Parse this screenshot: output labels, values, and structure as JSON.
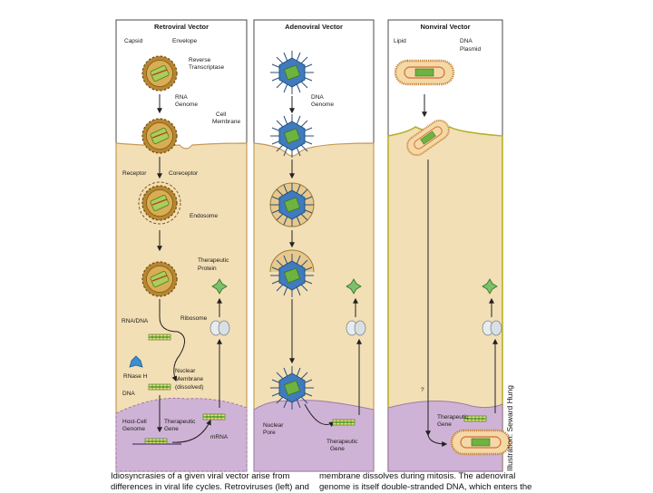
{
  "panels": [
    {
      "title": "Retroviral Vector"
    },
    {
      "title": "Adenoviral Vector"
    },
    {
      "title": "Nonviral Vector"
    }
  ],
  "labels": {
    "capsid": "Capsid",
    "envelope": "Envelope",
    "reverse_transcriptase": [
      "Reverse",
      "Transcriptase"
    ],
    "rna_genome": [
      "RNA",
      "Genome"
    ],
    "cell_membrane": [
      "Cell",
      "Membrane"
    ],
    "receptor": "Receptor",
    "coreceptor": "Coreceptor",
    "endosome": "Endosome",
    "therapeutic_protein": [
      "Therapeutic",
      "Protein"
    ],
    "rna_dna": "RNA/DNA",
    "ribosome": "Ribosome",
    "rnase_h": "RNase H",
    "nuclear_membrane": [
      "Nuclear",
      "Membrane",
      "(dissolved)"
    ],
    "dna": "DNA",
    "host_cell_genome": [
      "Host-Cell",
      "Genome"
    ],
    "therapeutic_gene": [
      "Therapeutic",
      "Gene"
    ],
    "mrna": "mRNA",
    "dna_genome": [
      "DNA",
      "Genome"
    ],
    "nuclear_pore": [
      "Nuclear",
      "Pore"
    ],
    "lipid": "Lipid",
    "dna_plasmid": [
      "DNA",
      "Plasmid"
    ],
    "question_mark": "?"
  },
  "credit": "Illustration: Seward Hung",
  "caption": {
    "left": [
      "Idiosyncrasies of a given viral vector arise from",
      "differences in viral life cycles. Retroviruses (left) and"
    ],
    "right": [
      "membrane dissolves during mitosis. The adenoviral",
      "genome is itself double-stranded DNA, which enters the"
    ]
  },
  "colors": {
    "cytoplasm": "#f3dfb5",
    "nucleus": "#cfb3d6",
    "panel_border": "#4a4a4a",
    "retro_envelope": "#a07a2e",
    "adeno_capsid": "#3f7bbd",
    "liposome": "#e9b46a",
    "gene_green": "#6db33f",
    "protein_green": "#7cc06a",
    "rnase_blue": "#3b8fd0"
  }
}
